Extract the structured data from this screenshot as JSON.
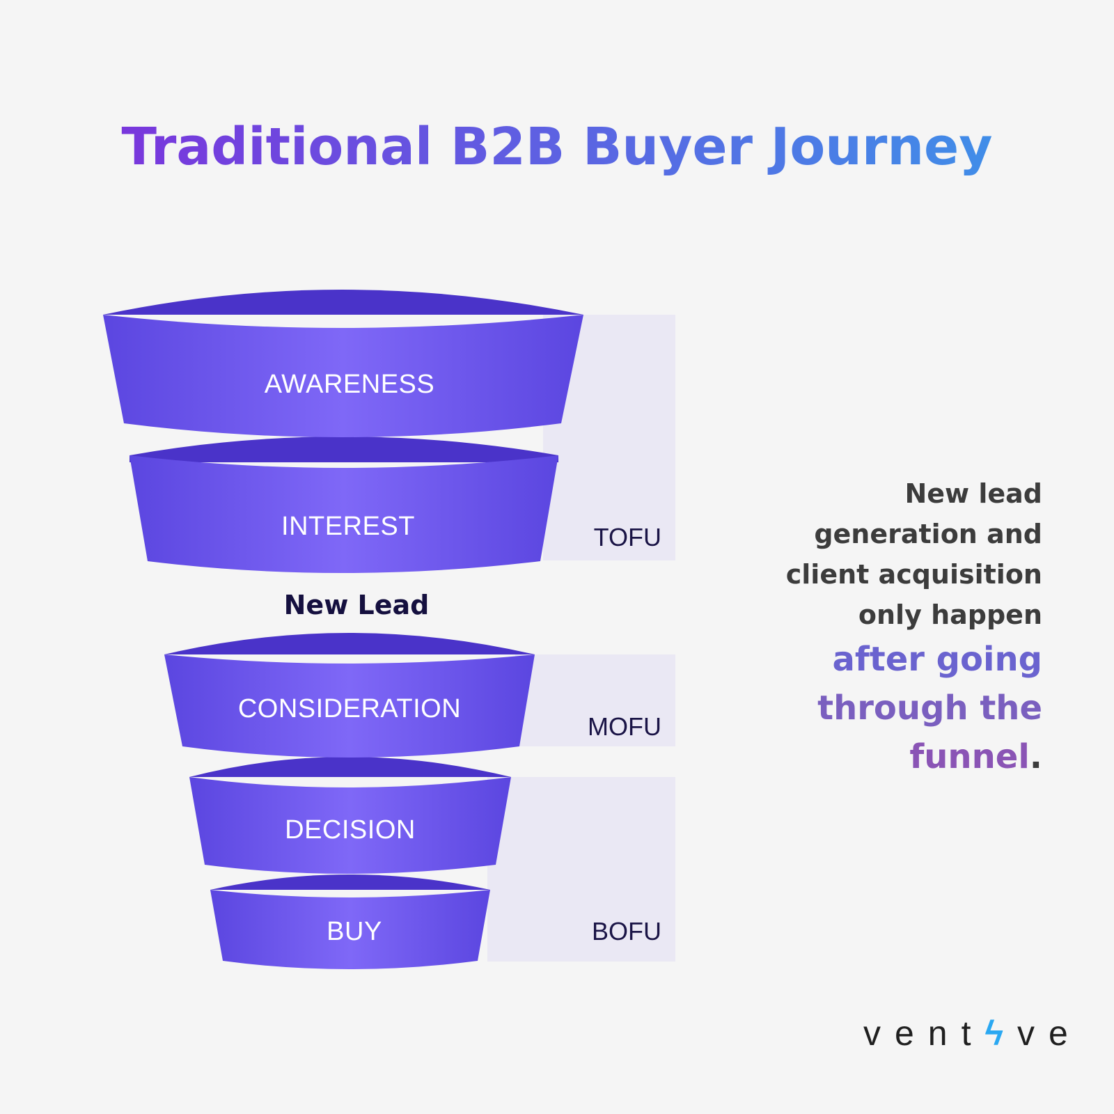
{
  "title": "Traditional B2B Buyer Journey",
  "colors": {
    "title_start": "#7a35dc",
    "title_end": "#3f8fe8",
    "funnel_top": "#4a33c9",
    "funnel_body_edge": "#5b46e0",
    "funnel_body_center": "#7f68f7",
    "band": "#eae8f4",
    "logo_bolt": "#2aa8f2"
  },
  "stages": [
    {
      "label": "AWARENESS"
    },
    {
      "label": "INTEREST"
    },
    {
      "label": "CONSIDERATION"
    },
    {
      "label": "DECISION"
    },
    {
      "label": "BUY"
    }
  ],
  "bands": [
    {
      "label": "TOFU"
    },
    {
      "label": "MOFU"
    },
    {
      "label": "BOFU"
    }
  ],
  "new_lead": "New Lead",
  "side": {
    "line1": "New lead",
    "line2": "generation and",
    "line3": "client acquisition",
    "line4": "only happen",
    "hl1": "after going",
    "hl2": "through the",
    "hl3": "funnel",
    "end": "."
  },
  "logo": {
    "before": "vent",
    "bolt": "ϟ",
    "after": "ve"
  }
}
